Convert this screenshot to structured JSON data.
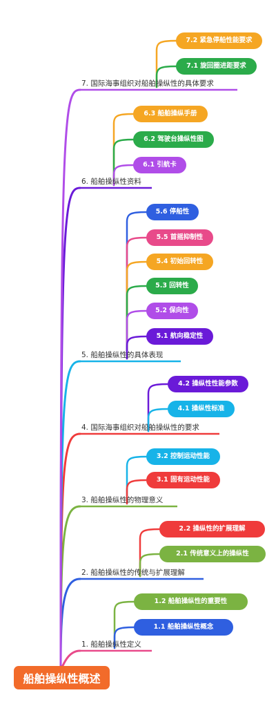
{
  "root": {
    "label": "船舶操纵性概述",
    "color": "#f26b2a"
  },
  "branches": [
    {
      "label": "1. 船舶操纵性定义",
      "color": "#e84a8a",
      "children": [
        {
          "label": "1.2 船舶操纵性的重要性",
          "color": "#7bb342"
        },
        {
          "label": "1.1 船舶操纵性概念",
          "color": "#2f5fe0"
        }
      ]
    },
    {
      "label": "2. 船舶操纵性的传统与扩展理解",
      "color": "#2f5fe0",
      "children": [
        {
          "label": "2.2 操纵性的扩展理解",
          "color": "#ef3b3b"
        },
        {
          "label": "2.1 传统意义上的操纵性",
          "color": "#7bb342"
        }
      ]
    },
    {
      "label": "3. 船舶操纵性的物理意义",
      "color": "#7bb342",
      "children": [
        {
          "label": "3.2 控制运动性能",
          "color": "#17b3e8"
        },
        {
          "label": "3.1 固有运动性能",
          "color": "#ef3b3b"
        }
      ]
    },
    {
      "label": "4. 国际海事组织对船舶操纵性的要求",
      "color": "#ef3b3b",
      "children": [
        {
          "label": "4.2 操纵性性能参数",
          "color": "#6a1ad8"
        },
        {
          "label": "4.1 操纵性标准",
          "color": "#17b3e8"
        }
      ]
    },
    {
      "label": "5. 船舶操纵性的具体表现",
      "color": "#17b3e8",
      "children": [
        {
          "label": "5.6 停船性",
          "color": "#2f5fe0"
        },
        {
          "label": "5.5 首摇抑制性",
          "color": "#e84a8a"
        },
        {
          "label": "5.4 初始回转性",
          "color": "#f5a623"
        },
        {
          "label": "5.3 回转性",
          "color": "#2bab4a"
        },
        {
          "label": "5.2 保向性",
          "color": "#b04de8"
        },
        {
          "label": "5.1 航向稳定性",
          "color": "#6a1ad8"
        }
      ]
    },
    {
      "label": "6. 船舶操纵性资料",
      "color": "#6a1ad8",
      "children": [
        {
          "label": "6.3 船舶操纵手册",
          "color": "#f5a623"
        },
        {
          "label": "6.2 驾驶台操纵性图",
          "color": "#2bab4a"
        },
        {
          "label": "6.1 引航卡",
          "color": "#b04de8"
        }
      ]
    },
    {
      "label": "7. 国际海事组织对船舶操纵性的具体要求",
      "color": "#b04de8",
      "children": [
        {
          "label": "7.2 紧急停船性能要求",
          "color": "#f5a623"
        },
        {
          "label": "7.1 旋回圈进距要求",
          "color": "#2bab4a"
        }
      ]
    }
  ]
}
